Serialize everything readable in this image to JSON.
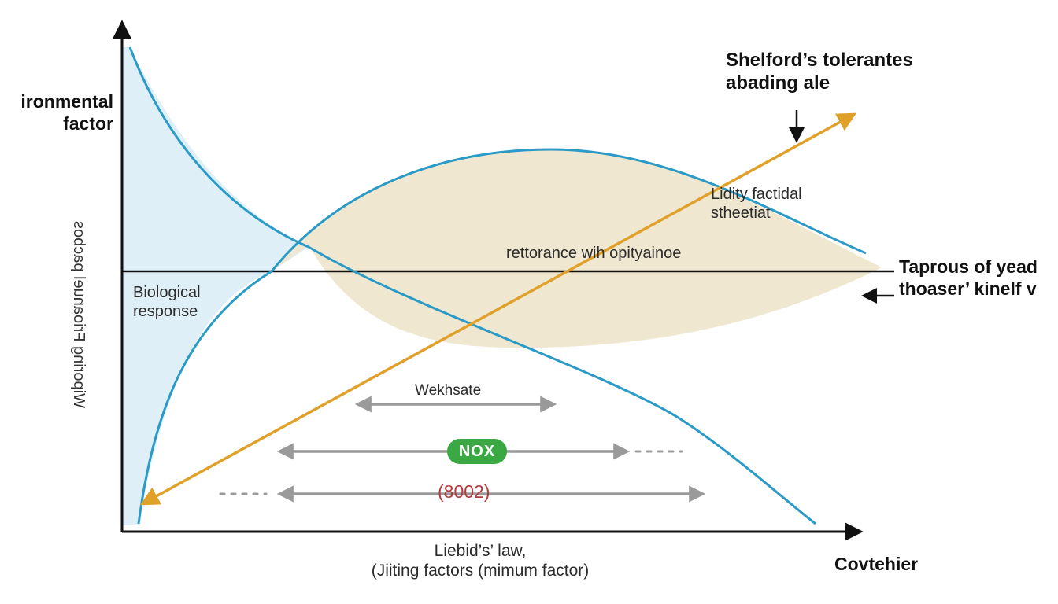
{
  "labels": {
    "environmental_factor": "ironmental\nfactor",
    "rotated_axis": "Wiporing Frioanuel pacbos",
    "shelford": "Shelford’s tolerantes\nabading ale",
    "liebig": "Liebid’s’ law,\n(Jiiting factors (mimum factor)",
    "corner": "Covtehier",
    "tapr": "Taprous of yead\nthoaser’ kinelf v",
    "biological": "Biological\nresponse",
    "lidity": "Lidity factidal\nstheetiat",
    "rettorance": "rettorance wih opityainoe",
    "wekhsate": "Wekhsate",
    "nox": "NOX",
    "code": "(8002)"
  },
  "colors": {
    "blue_curve": "#2a9ac6",
    "orange_arrow": "#e0a12a",
    "bell_fill": "#efe6cf",
    "left_fill": "#deeff8",
    "grey_arrow": "#9a9a9a",
    "green_badge": "#3aa843",
    "red_text": "#b03a3a"
  }
}
